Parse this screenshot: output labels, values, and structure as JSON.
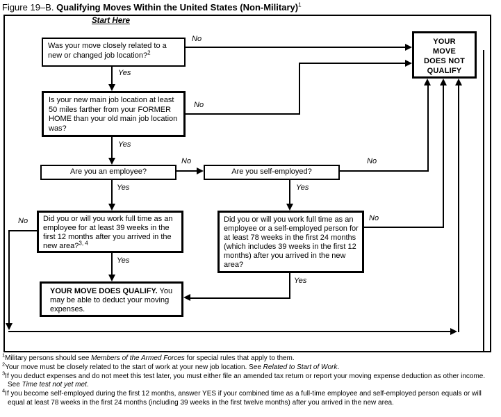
{
  "title": {
    "prefix": "Figure 19–B.",
    "main": "Qualifying Moves Within the United States (Non-Military)",
    "sup": "1"
  },
  "start_label": "Start Here",
  "labels": {
    "yes": "Yes",
    "no": "No"
  },
  "boxes": {
    "q1": {
      "text": "Was your move closely related to a new or changed job location?",
      "sup": "2"
    },
    "not_qualify": {
      "lines": [
        "YOUR",
        "MOVE",
        "DOES NOT",
        "QUALIFY"
      ]
    },
    "q2": {
      "text": "Is your new main job location at least 50 miles farther from your FORMER HOME than your old main job location was?"
    },
    "q3": {
      "text": "Are you an employee?"
    },
    "q4": {
      "text": "Are you self-employed?"
    },
    "q5": {
      "text": "Did you or will you work full time as an employee for at least 39 weeks in the first 12 months after you arrived in the new area?",
      "sup": "3, 4"
    },
    "q6": {
      "text": "Did you or will you work full time as an employee or a self-employed person for at least 78 weeks in the first 24 months (which includes 39 weeks in the first 12 months) after you arrived in the new area?"
    },
    "qualify": {
      "bold": "YOUR MOVE DOES QUALIFY.",
      "text": "You may be able to deduct your moving expenses."
    }
  },
  "footnotes": [
    {
      "sup": "1",
      "segments": [
        {
          "t": "Military persons should see "
        },
        {
          "t": "Members of the Armed Forces",
          "i": true
        },
        {
          "t": " for special rules that apply to them."
        }
      ]
    },
    {
      "sup": "2",
      "segments": [
        {
          "t": "Your move must be closely related to the start of work at your new job location. See "
        },
        {
          "t": "Related to Start of Work",
          "i": true
        },
        {
          "t": "."
        }
      ]
    },
    {
      "sup": "3",
      "segments": [
        {
          "t": "If you deduct expenses and do not meet this test later, you must either file an amended tax return or report your moving expense deduction as other income. See "
        },
        {
          "t": "Time test not yet met",
          "i": true
        },
        {
          "t": "."
        }
      ]
    },
    {
      "sup": "4",
      "segments": [
        {
          "t": "If you become self-employed during the first 12 months, answer YES if your combined time as a full-time employee and self-employed person equals or will equal at least 78 weeks in the first 24 months (including 39 weeks in the first twelve months) after you arrived in the new area."
        }
      ]
    }
  ]
}
